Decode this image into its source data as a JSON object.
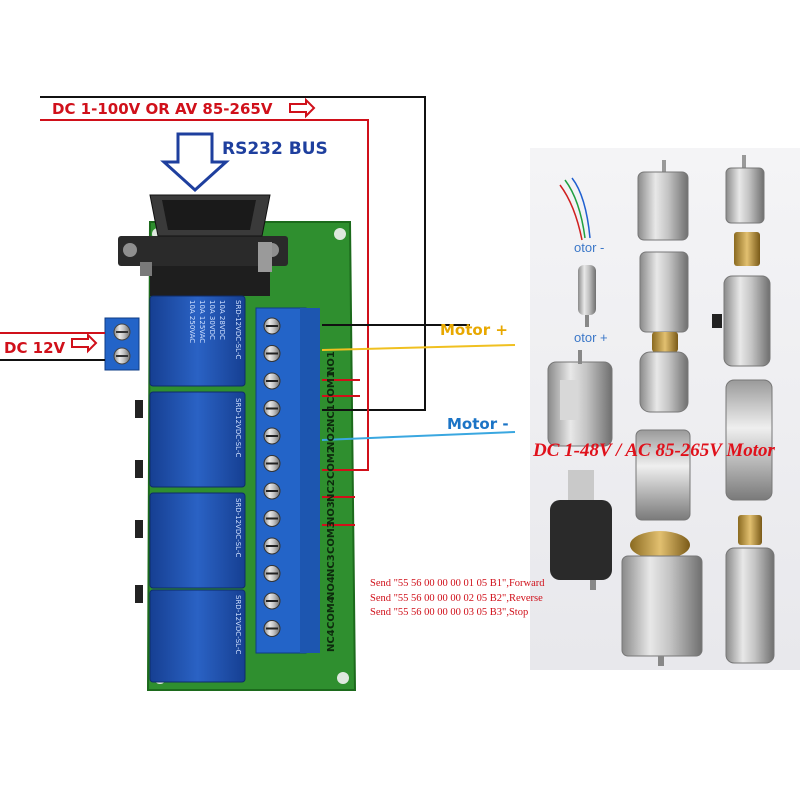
{
  "labels": {
    "power": "DC 1-100V OR AV 85-265V",
    "bus": "RS232 BUS",
    "dc12": "DC 12V",
    "motor_plus": "Motor +",
    "motor_minus": "Motor -",
    "motor_banner": "DC 1-48V / AC 85-265V Motor",
    "ghost_minus": "otor -",
    "ghost_plus": "otor +"
  },
  "commands": [
    "Send \"55 56 00 00 00 01 05 B1\",Forward",
    "Send \"55 56 00 00 00 02 05 B2\",Reverse",
    "Send \"55 56 00 00 00 03 05 B3\",Stop"
  ],
  "terminal_pins": [
    "NO1",
    "COM1",
    "NC1",
    "NO2",
    "COM2",
    "NC2",
    "NO3",
    "COM3",
    "NC3",
    "NO4",
    "COM4",
    "NC4"
  ],
  "relay": {
    "model": "SRD-12VDC-SL-C",
    "rating_lines": [
      "10A 250VAC",
      "10A 125VAC",
      "10A 30VDC",
      "10A 28VDC"
    ]
  },
  "colors": {
    "power_label": "#d0101a",
    "bus_label": "#1e3f9e",
    "motor_plus": "#e8a800",
    "motor_minus": "#1b74c6",
    "pcb": "#2f8f2f",
    "relay": "#1c4fae",
    "terminal": "#2364c8"
  }
}
